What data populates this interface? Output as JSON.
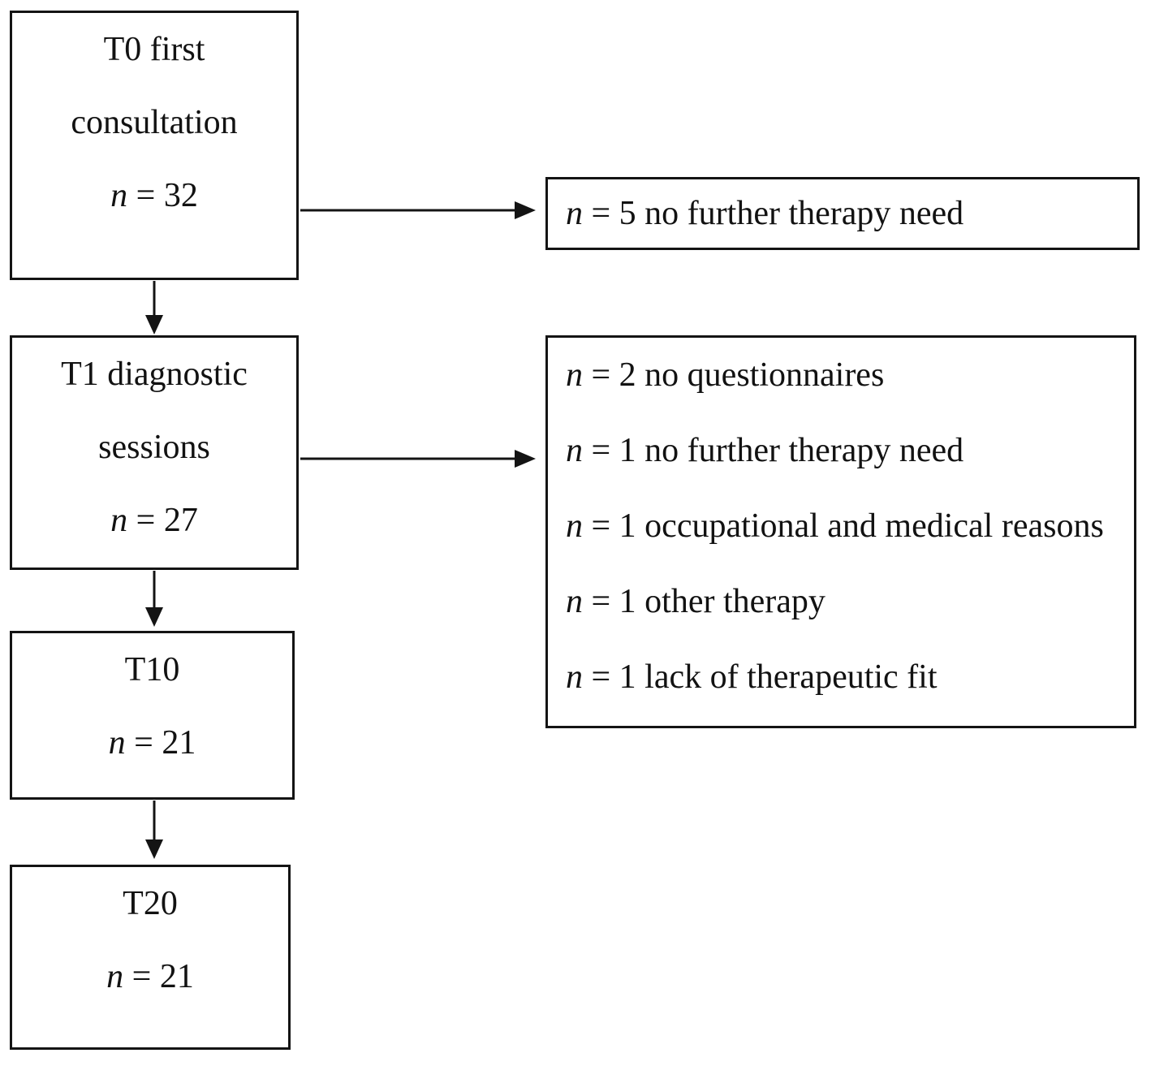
{
  "diagram": {
    "type": "flowchart",
    "description": "Participant flow through therapy study time points with dropout reasons",
    "line_color": "#141414",
    "background": "#ffffff",
    "nodes": {
      "t0": {
        "lines": [
          "T0 first",
          "consultation"
        ],
        "n_symbol": "n",
        "n_value": "= 32"
      },
      "t1": {
        "lines": [
          "T1 diagnostic",
          "sessions"
        ],
        "n_symbol": "n",
        "n_value": "= 27"
      },
      "t10": {
        "label": "T10",
        "n_symbol": "n",
        "n_value": "= 21"
      },
      "t20": {
        "label": "T20",
        "n_symbol": "n",
        "n_value": "= 21"
      },
      "dropout_t0": {
        "items": [
          {
            "symbol": "n",
            "text": "= 5 no further therapy need"
          }
        ]
      },
      "dropout_t1": {
        "items": [
          {
            "symbol": "n",
            "text": "= 2 no questionnaires"
          },
          {
            "symbol": "n",
            "text": "= 1 no further therapy need"
          },
          {
            "symbol": "n",
            "text": "= 1 occupational and medical reasons"
          },
          {
            "symbol": "n",
            "text": "= 1 other therapy"
          },
          {
            "symbol": "n",
            "text": "= 1 lack of therapeutic fit"
          }
        ]
      }
    }
  }
}
